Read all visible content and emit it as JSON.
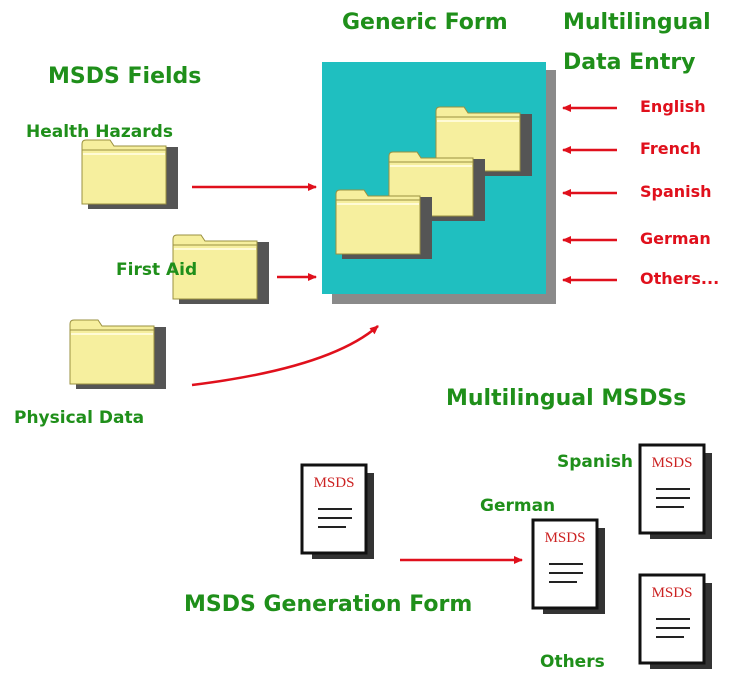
{
  "headings": {
    "msds_fields": "MSDS Fields",
    "generic_form": "Generic Form",
    "multilingual_entry_line1": "Multilingual",
    "multilingual_entry_line2": "Data Entry",
    "multilingual_msdss": "Multilingual MSDSs",
    "generation_form": "MSDS Generation Form"
  },
  "fields": {
    "health_hazards": "Health Hazards",
    "first_aid": "First Aid",
    "physical_data": "Physical Data"
  },
  "languages": [
    "English",
    "French",
    "Spanish",
    "German",
    "Others..."
  ],
  "outputs": {
    "spanish": "Spanish",
    "german": "German",
    "others": "Others"
  },
  "doc_label": "MSDS",
  "colors": {
    "heading_green": "#1f8f1a",
    "language_red": "#e0101c",
    "form_teal": "#1fbfc0",
    "folder_yellow": "#f6ef9e",
    "doc_label_red": "#cc2222"
  }
}
